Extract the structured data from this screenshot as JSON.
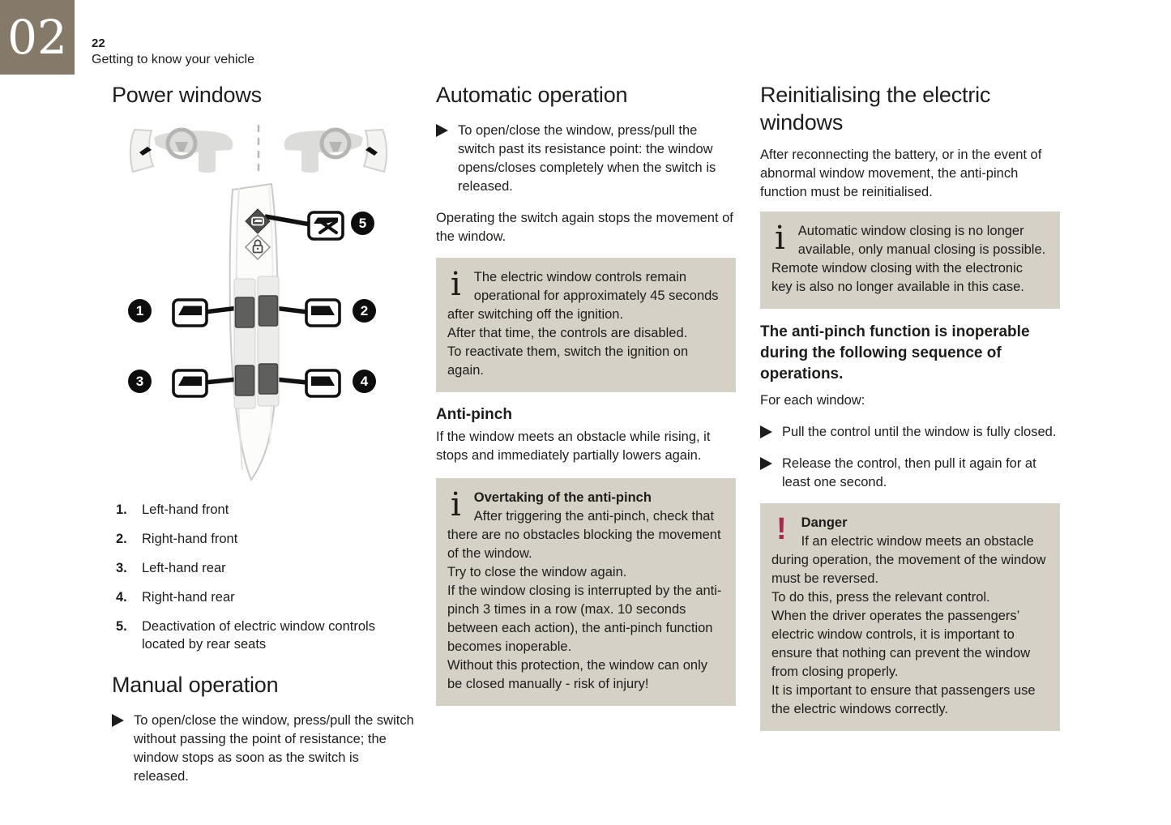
{
  "header": {
    "chapter": "02",
    "page_number": "22",
    "section": "Getting to know your vehicle"
  },
  "power_windows": {
    "title": "Power windows",
    "callouts": {
      "c1": "1",
      "c2": "2",
      "c3": "3",
      "c4": "4",
      "c5": "5"
    },
    "legend": [
      {
        "num": "1.",
        "label": "Left-hand front"
      },
      {
        "num": "2.",
        "label": "Right-hand front"
      },
      {
        "num": "3.",
        "label": "Left-hand rear"
      },
      {
        "num": "4.",
        "label": "Right-hand rear"
      },
      {
        "num": "5.",
        "label": "Deactivation of electric window controls located by rear seats"
      }
    ]
  },
  "manual_operation": {
    "title": "Manual operation",
    "bullet": "To open/close the window, press/pull the switch without passing the point of resistance; the window stops as soon as the switch is released."
  },
  "automatic_operation": {
    "title": "Automatic operation",
    "bullet": "To open/close the window, press/pull the switch past its resistance point: the window opens/closes completely when the switch is released.",
    "para": "Operating the switch again stops the movement of the window.",
    "info": "The electric window controls remain operational for approximately 45 seconds after switching off the ignition.\nAfter that time, the controls are disabled.\nTo reactivate them, switch the ignition on again."
  },
  "anti_pinch": {
    "title": "Anti-pinch",
    "para": "If the window meets an obstacle while rising, it stops and immediately partially lowers again.",
    "info_title": "Overtaking of the anti-pinch",
    "info_text": "After triggering the anti-pinch, check that there are no obstacles blocking the movement of the window.\nTry to close the window again.\nIf the window closing is interrupted by the anti-pinch 3 times in a row (max. 10 seconds between each action), the anti-pinch function becomes inoperable.\nWithout this protection, the window can only be closed manually - risk of injury!"
  },
  "reinitialising": {
    "title": "Reinitialising the electric windows",
    "para": "After reconnecting the battery, or in the event of abnormal window movement, the anti-pinch function must be reinitialised.",
    "info": "Automatic window closing is no longer available, only manual closing is possible.\nRemote window closing with the electronic key is also no longer available in this case.",
    "sequence_title": "The anti-pinch function is inoperable during the following sequence of operations.",
    "sequence_intro": "For each window:",
    "steps": [
      "Pull the control until the window is fully closed.",
      "Release the control, then pull it again for at least one second."
    ],
    "danger_title": "Danger",
    "danger_text": "If an electric window meets an obstacle during operation, the movement of the window must be reversed.\nTo do this, press the relevant control.\nWhen the driver operates the passengers’ electric window controls, it is important to ensure that nothing can prevent the window from closing properly.\nIt is important to ensure that passengers use the electric windows correctly."
  },
  "icons": {
    "info": "i",
    "danger": "!"
  },
  "colors": {
    "chapter_bg": "#857969",
    "info_box_bg": "#d6d1c6",
    "danger_accent": "#a12a50"
  }
}
